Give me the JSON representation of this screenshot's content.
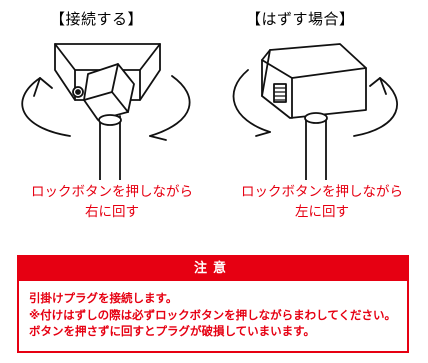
{
  "titles": {
    "connect": "【接続する】",
    "disconnect": "【はずす場合】"
  },
  "captions": {
    "connect": [
      "ロックボタンを押しながら",
      "右に回す"
    ],
    "disconnect": [
      "ロックボタンを押しながら",
      "左に回す"
    ]
  },
  "caution": {
    "heading": "注意",
    "line1": "引掛けプラグを接続します。",
    "line2": "※付けはずしの際は必ずロックボタンを押しながらまわしてください。ボタンを押さずに回すとプラグが破損していまいます。"
  },
  "colors": {
    "accent": "#e60012"
  }
}
